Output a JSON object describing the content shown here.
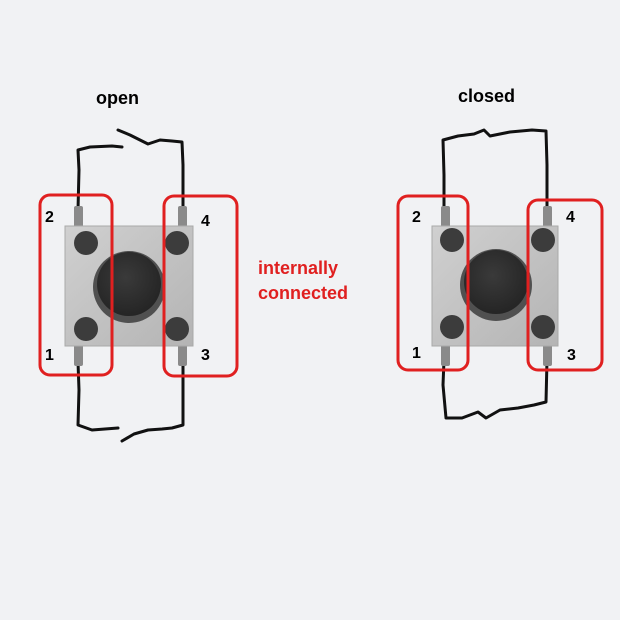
{
  "labels": {
    "open": "open",
    "closed": "closed",
    "note_line1": "internally",
    "note_line2": "connected"
  },
  "pins": {
    "open": {
      "p1": "1",
      "p2": "2",
      "p3": "3",
      "p4": "4"
    },
    "closed": {
      "p1": "1",
      "p2": "2",
      "p3": "3",
      "p4": "4"
    }
  },
  "colors": {
    "background": "#f1f2f4",
    "highlight": "#e02020",
    "note_text": "#e02020",
    "wire": "#111111",
    "body": "#c2c2c2",
    "button": "#2e2e2e",
    "pin_metal": "#8a8a8a"
  }
}
